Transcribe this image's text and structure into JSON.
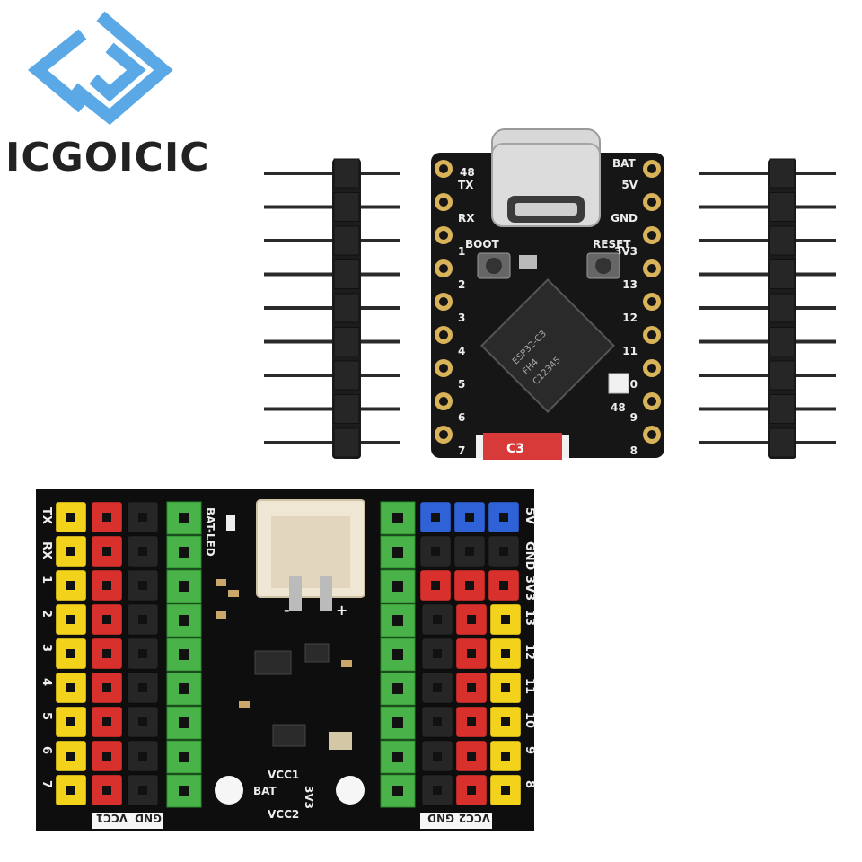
{
  "brand": {
    "name": "ICGOICIC",
    "logo_color": "#5aa9e6"
  },
  "mcu_board": {
    "left_pins": [
      "TX",
      "RX",
      "1",
      "2",
      "3",
      "4",
      "5",
      "6",
      "7"
    ],
    "right_pins": [
      "5V",
      "GND",
      "3V3",
      "13",
      "12",
      "11",
      "10",
      "9",
      "8"
    ],
    "top_labels": {
      "left": "48",
      "right": "BAT"
    },
    "boot_label": "BOOT",
    "reset_label": "RESET",
    "chip_text": [
      "ESP32-C3",
      "FH4",
      "C12345"
    ],
    "led_number": "48",
    "antenna_label": "C3",
    "colors": {
      "pcb": "#161616",
      "pad": "#d9b35a",
      "antenna": "#d83a3a"
    }
  },
  "header_pins": {
    "count": 9
  },
  "expansion_board": {
    "left_labels": [
      "TX",
      "RX",
      "1",
      "2",
      "3",
      "4",
      "5",
      "6",
      "7"
    ],
    "right_labels": [
      "5V",
      "GND",
      "3V3",
      "13",
      "12",
      "11",
      "10",
      "9",
      "8"
    ],
    "bottom_left": [
      "VCC1",
      "GND"
    ],
    "bottom_right": [
      "GND",
      "VCC2"
    ],
    "bat_led_label": "BAT-LED",
    "power_labels": {
      "vcc1": "VCC1",
      "bat": "BAT",
      "v3v3": "3V3",
      "vcc2": "VCC2"
    },
    "connector_signs": {
      "minus": "-",
      "plus": "+"
    },
    "colors": {
      "yellow": "#f2d21b",
      "red": "#d8302c",
      "black": "#262626",
      "green": "#49b34a",
      "blue": "#2f62d6"
    }
  }
}
